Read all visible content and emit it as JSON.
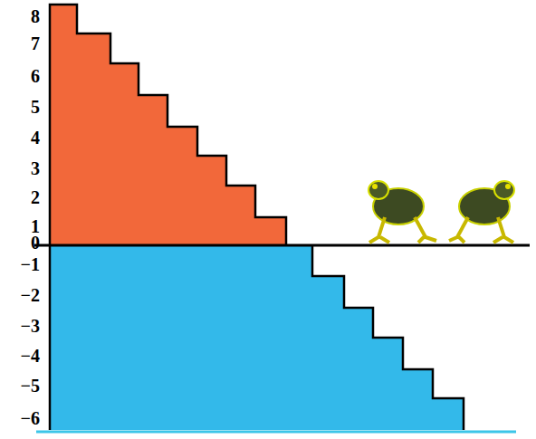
{
  "diagram": {
    "labels": [
      "8",
      "7",
      "6",
      "5",
      "4",
      "3",
      "2",
      "1",
      "0",
      "−1",
      "−2",
      "−3",
      "−4",
      "−5",
      "−6"
    ]
  }
}
